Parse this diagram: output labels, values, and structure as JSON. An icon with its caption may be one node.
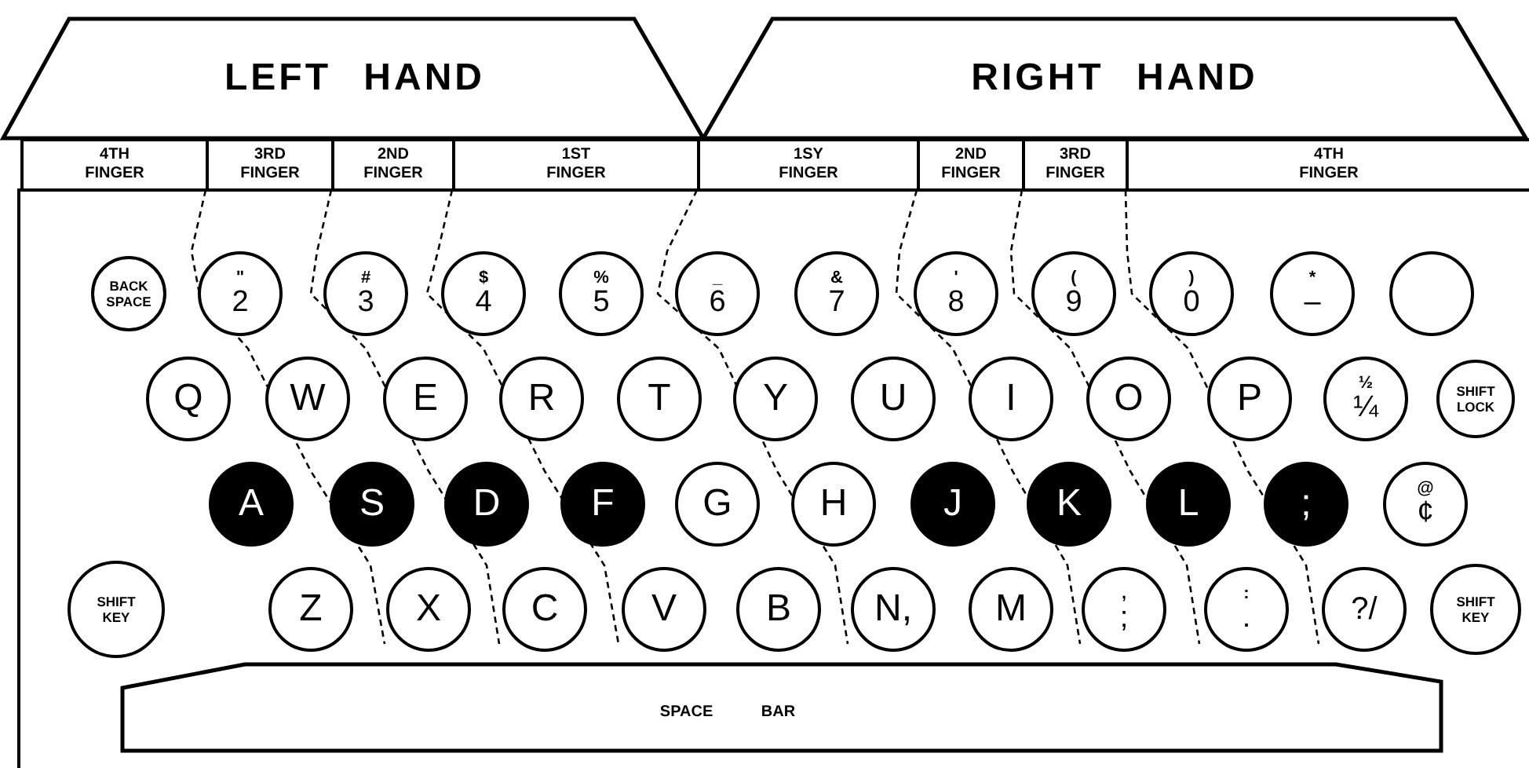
{
  "diagram": {
    "nodes": [
      {
        "text": [
          "LEFT HAND"
        ]
      },
      {
        "text": [
          "RIGHT HAND"
        ]
      },
      {
        "text": [
          "4TH FINGER"
        ]
      },
      {
        "text": [
          "3RD FINGER"
        ]
      },
      {
        "text": [
          "2ND FINGER"
        ]
      },
      {
        "text": [
          "1ST FINGER"
        ]
      },
      {
        "text": [
          "1SY FINGER"
        ]
      },
      {
        "text": [
          "2ND FINGER"
        ]
      },
      {
        "text": [
          "3RD FINGER"
        ]
      },
      {
        "text": [
          "4TH FINGER"
        ]
      },
      {
        "text": [
          "BACK SPACE"
        ]
      },
      {
        "text": [
          "\"",
          "2"
        ]
      },
      {
        "text": [
          "#",
          "3"
        ]
      },
      {
        "text": [
          "$",
          "4"
        ]
      },
      {
        "text": [
          "%",
          "5"
        ]
      },
      {
        "text": [
          "_",
          "6"
        ]
      },
      {
        "text": [
          "&",
          "7"
        ]
      },
      {
        "text": [
          "'",
          "8"
        ]
      },
      {
        "text": [
          "(",
          "9"
        ]
      },
      {
        "text": [
          ")",
          "0"
        ]
      },
      {
        "text": [
          "*",
          "–"
        ]
      },
      {
        "text": [],
        "shape": "circle"
      },
      {
        "text": [
          "Q"
        ]
      },
      {
        "text": [
          "W"
        ]
      },
      {
        "text": [
          "E"
        ]
      },
      {
        "text": [
          "R"
        ]
      },
      {
        "text": [
          "T"
        ]
      },
      {
        "text": [
          "Y"
        ]
      },
      {
        "text": [
          "U"
        ]
      },
      {
        "text": [
          "I"
        ]
      },
      {
        "text": [
          "O"
        ]
      },
      {
        "text": [
          "P"
        ]
      },
      {
        "text": [
          "½",
          "¼"
        ]
      },
      {
        "text": [
          "SHIFT LOCK"
        ]
      },
      {
        "text": [
          "A"
        ]
      },
      {
        "text": [
          "S"
        ]
      },
      {
        "text": [
          "D"
        ]
      },
      {
        "text": [
          "F"
        ]
      },
      {
        "text": [
          "G"
        ]
      },
      {
        "text": [
          "H"
        ]
      },
      {
        "text": [
          "J"
        ]
      },
      {
        "text": [
          "K"
        ]
      },
      {
        "text": [
          "L"
        ]
      },
      {
        "text": [
          ";"
        ]
      },
      {
        "text": [
          "@",
          "¢"
        ]
      },
      {
        "text": [
          "SHIFT KEY"
        ]
      },
      {
        "text": [
          "Z"
        ]
      },
      {
        "text": [
          "X"
        ]
      },
      {
        "text": [
          "C"
        ]
      },
      {
        "text": [
          "V"
        ]
      },
      {
        "text": [
          "B"
        ]
      },
      {
        "text": [
          "N,"
        ]
      },
      {
        "text": [
          "M"
        ]
      },
      {
        "text": [
          ",",
          ";"
        ]
      },
      {
        "text": [
          ":",
          "."
        ]
      },
      {
        "text": [
          "?",
          "/"
        ]
      },
      {
        "text": [
          "SHIFT KEY"
        ]
      },
      {
        "text": [
          "SPACE BAR"
        ]
      }
    ]
  }
}
